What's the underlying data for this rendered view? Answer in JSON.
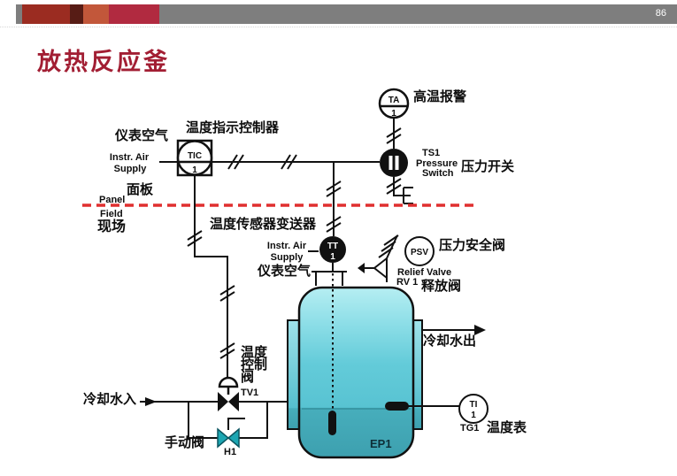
{
  "slide": {
    "page_number": "86",
    "title": "放热反应釜"
  },
  "colors": {
    "accent_blocks": [
      "#9b2c21",
      "#571c15",
      "#c2573a",
      "#b12a40"
    ],
    "bar_gray": "#7e7e7e",
    "title_red": "#a21e33",
    "boundary_red": "#e02f2f",
    "tank_cyan_top": "#b6eef2",
    "tank_cyan_bottom": "#3da0af",
    "manual_valve_teal": "#1ca6b2"
  },
  "diagram": {
    "tic": {
      "tag": "TIC",
      "num": "1",
      "name_cn": "温度指示控制器",
      "air_cn": "仪表空气",
      "air_en_1": "Instr. Air",
      "air_en_2": "Supply"
    },
    "boundary": {
      "panel_cn": "面板",
      "panel_en": "Panel",
      "field_en": "Field",
      "field_cn": "现场"
    },
    "ta": {
      "tag": "TA",
      "num": "1",
      "name_cn": "高温报警"
    },
    "ts": {
      "tag": "TS1",
      "en_1": "Pressure",
      "en_2": "Switch",
      "name_cn": "压力开关"
    },
    "tt": {
      "tag": "TT",
      "num": "1",
      "name_cn": "温度传感器变送器",
      "air_en_1": "Instr. Air",
      "air_en_2": "Supply",
      "air_cn": "仪表空气"
    },
    "psv": {
      "tag": "PSV",
      "name_cn": "压力安全阀",
      "en_1": "Relief Valve",
      "en_2": "RV 1",
      "name_cn_2": "释放阀"
    },
    "cooling_water_out": "冷却水出",
    "cooling_water_in": "冷却水入",
    "tv": {
      "tag": "TV1",
      "name_cn_lines": [
        "温度",
        "控制",
        "阀"
      ]
    },
    "manual_valve": {
      "name_cn": "手动阀",
      "tag": "H1"
    },
    "vessel_tag": "EP1",
    "ti": {
      "tag": "TI",
      "num": "1",
      "gauge_tag": "TG1",
      "name_cn": "温度表"
    }
  }
}
